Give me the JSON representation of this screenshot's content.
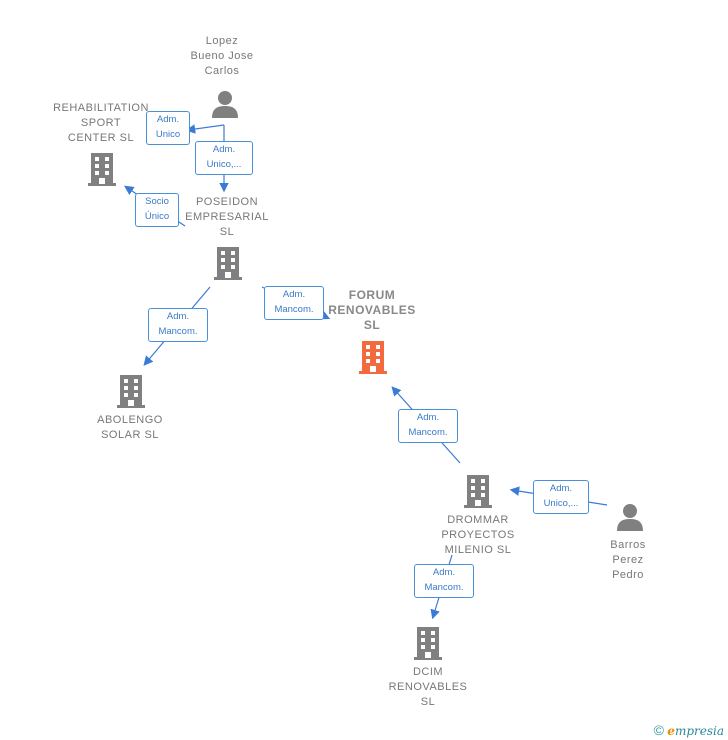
{
  "colors": {
    "edge": "#3a7bd5",
    "company": "#808080",
    "person": "#808080",
    "highlight": "#f26a3d"
  },
  "nodes": {
    "lopez": {
      "label": "Lopez\nBueno Jose\nCarlos",
      "icon": "person-icon"
    },
    "rehabilitation": {
      "label": "REHABILITATION\nSPORT\nCENTER SL",
      "icon": "building-icon"
    },
    "poseidon": {
      "label": "POSEIDON\nEMPRESARIAL\nSL",
      "icon": "building-icon"
    },
    "forum": {
      "label": "FORUM\nRENOVABLES\nSL",
      "icon": "building-icon"
    },
    "abolengo": {
      "label": "ABOLENGO\nSOLAR SL",
      "icon": "building-icon"
    },
    "drommar": {
      "label": "DROMMAR\nPROYECTOS\nMILENIO SL",
      "icon": "building-icon"
    },
    "barros": {
      "label": "Barros\nPerez\nPedro",
      "icon": "person-icon"
    },
    "dcim": {
      "label": "DCIM\nRENOVABLES\nSL",
      "icon": "building-icon"
    }
  },
  "edges": {
    "lopez_rehab": "Adm.\nUnico",
    "lopez_poseidon": "Adm.\nUnico,...",
    "poseidon_rehab": "Socio\nÚnico",
    "poseidon_forum": "Adm.\nMancom.",
    "poseidon_abolengo": "Adm.\nMancom.",
    "drommar_forum": "Adm.\nMancom.",
    "barros_drommar": "Adm.\nUnico,...",
    "drommar_dcim": "Adm.\nMancom."
  },
  "brand": {
    "copyright": "©",
    "e": "e",
    "rest": "mpresia"
  }
}
